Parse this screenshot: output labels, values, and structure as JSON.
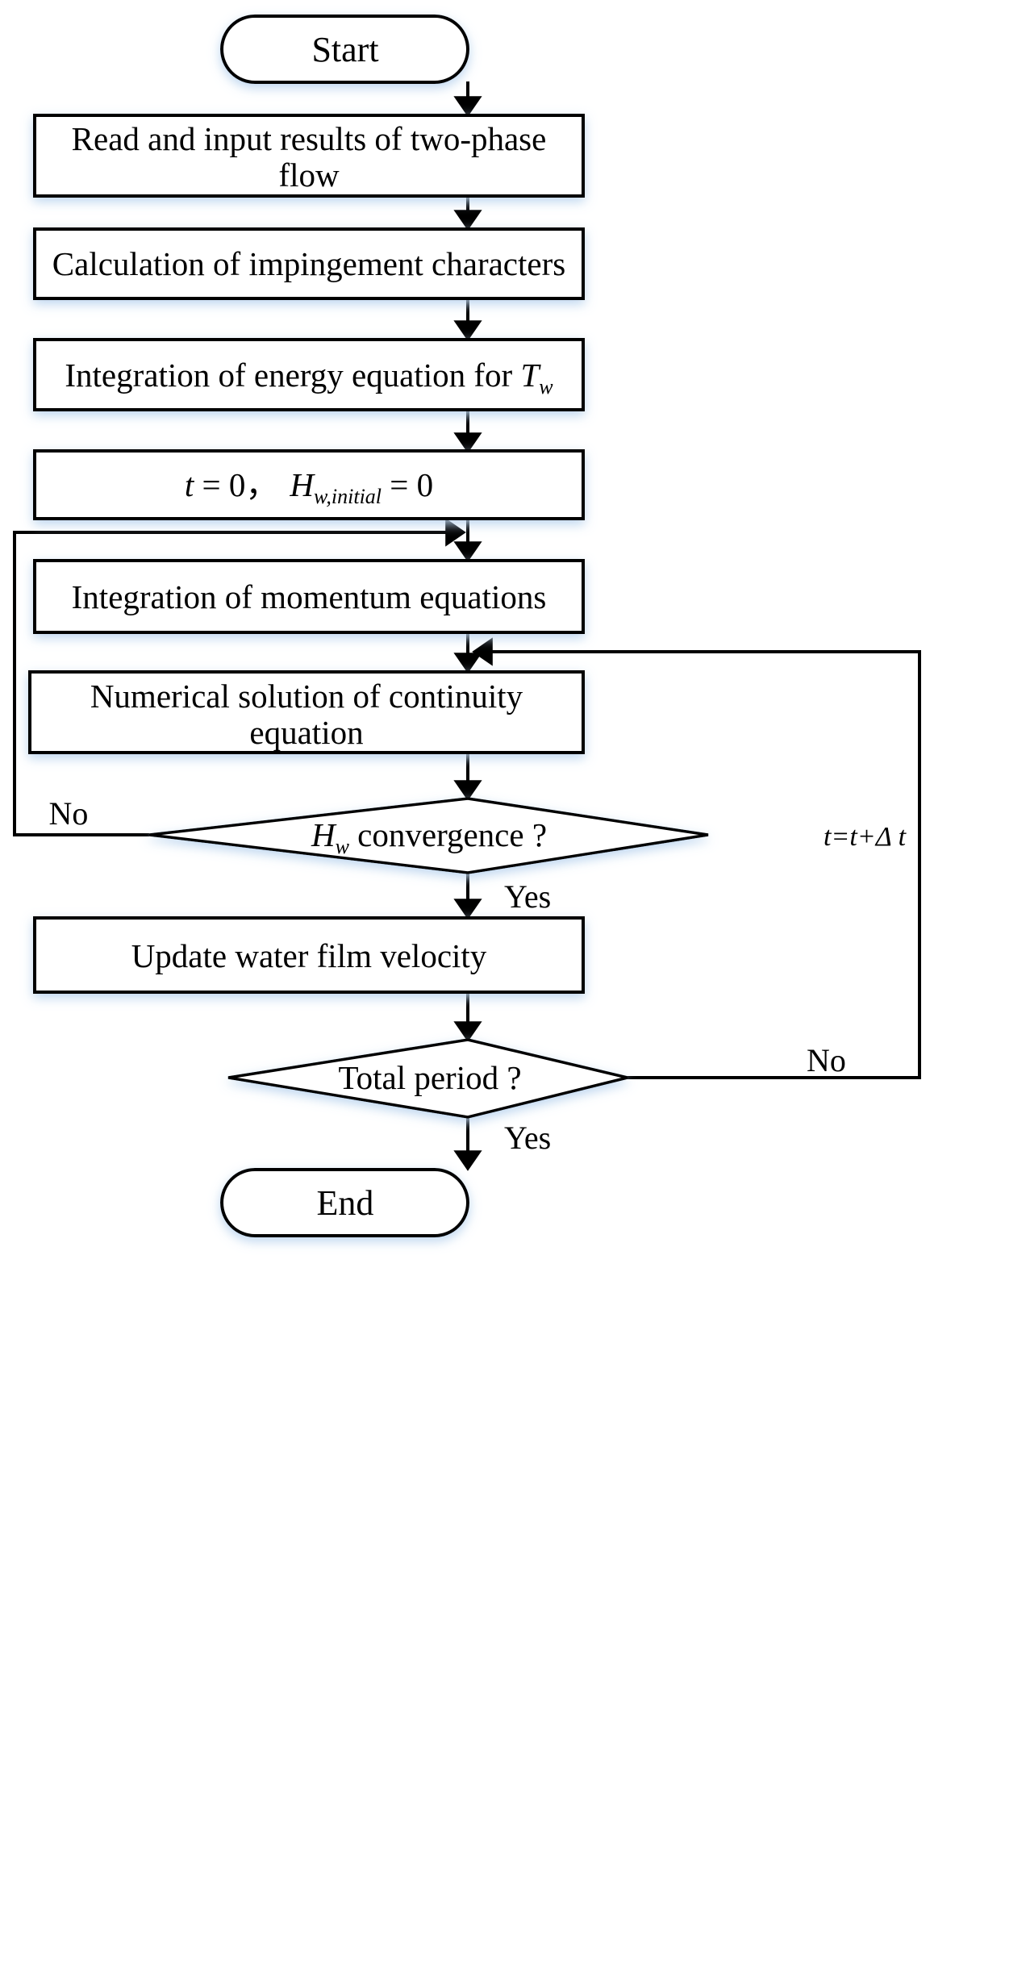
{
  "diagram": {
    "title": "Water film computation flowchart",
    "colors": {
      "stroke": "#000000",
      "fill": "#ffffff",
      "glow": "#cfe0f2",
      "background": "#ffffff"
    },
    "nodes": {
      "start": {
        "shape": "terminator",
        "label": "Start"
      },
      "read": {
        "shape": "process",
        "label_line1": "Read and input results of two-phase",
        "label_line2": "flow"
      },
      "impinge": {
        "shape": "process",
        "label": "Calculation of impingement characters"
      },
      "energy": {
        "shape": "process",
        "label_pre": "Integration of energy equation for ",
        "label_var": "T",
        "label_sub": "w"
      },
      "init": {
        "shape": "process",
        "math_t": "t",
        "math_eq1": " = 0",
        "math_comma": "，",
        "math_H": "H",
        "math_Hsub": "w,initial",
        "math_eq2": " = 0"
      },
      "momentum": {
        "shape": "process",
        "label": "Integration of momentum equations"
      },
      "continuity": {
        "shape": "process",
        "label_line1": "Numerical solution of continuity",
        "label_line2": "equation"
      },
      "convergence": {
        "shape": "decision",
        "label_var": "H",
        "label_sub": "w",
        "label_rest": " convergence ?"
      },
      "update": {
        "shape": "process",
        "label": "Update water film velocity"
      },
      "period": {
        "shape": "decision",
        "label": "Total period ?"
      },
      "end": {
        "shape": "terminator",
        "label": "End"
      }
    },
    "edge_labels": {
      "conv_no": "No",
      "conv_yes": "Yes",
      "period_no": "No",
      "period_yes": "Yes",
      "time_step": "t=t+Δ t"
    }
  }
}
